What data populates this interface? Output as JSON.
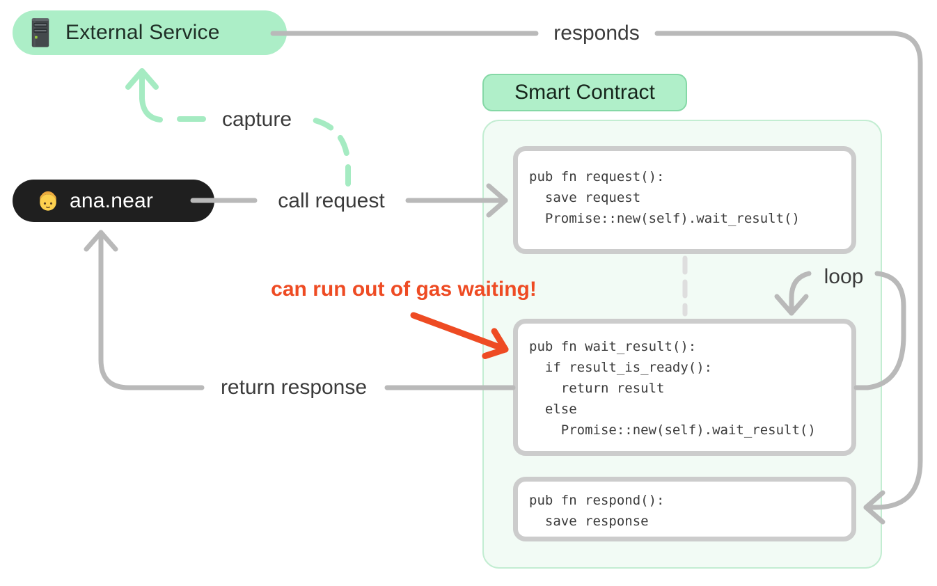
{
  "diagram": {
    "external_service": {
      "label": "External Service"
    },
    "user": {
      "label": "ana.near"
    },
    "smart_contract": {
      "label": "Smart Contract"
    },
    "code_blocks": [
      {
        "name": "request",
        "code": "pub fn request():\n  save request\n  Promise::new(self).wait_result()"
      },
      {
        "name": "wait_result",
        "code": "pub fn wait_result():\n  if result_is_ready():\n    return result\n  else\n    Promise::new(self).wait_result()"
      },
      {
        "name": "respond",
        "code": "pub fn respond():\n  save response"
      }
    ],
    "edge_labels": {
      "responds": "responds",
      "capture": "capture",
      "call_request": "call request",
      "return_response": "return response",
      "loop": "loop"
    },
    "annotation": {
      "warning": "can run out of gas waiting!"
    },
    "colors": {
      "badge_green_fill": "#aceec7",
      "badge_green_border": "#85d8a6",
      "container_fill": "#f2fbf5",
      "container_border": "#c3edd2",
      "line_gray": "#b9b9b9",
      "dashed_gray": "#dedede",
      "code_box_border": "#cccccc",
      "user_pill_black": "#1f1f1f",
      "warning_red": "#ee4b23",
      "capture_green": "#a5ebc2",
      "text_dark": "#3b3b3b"
    }
  }
}
